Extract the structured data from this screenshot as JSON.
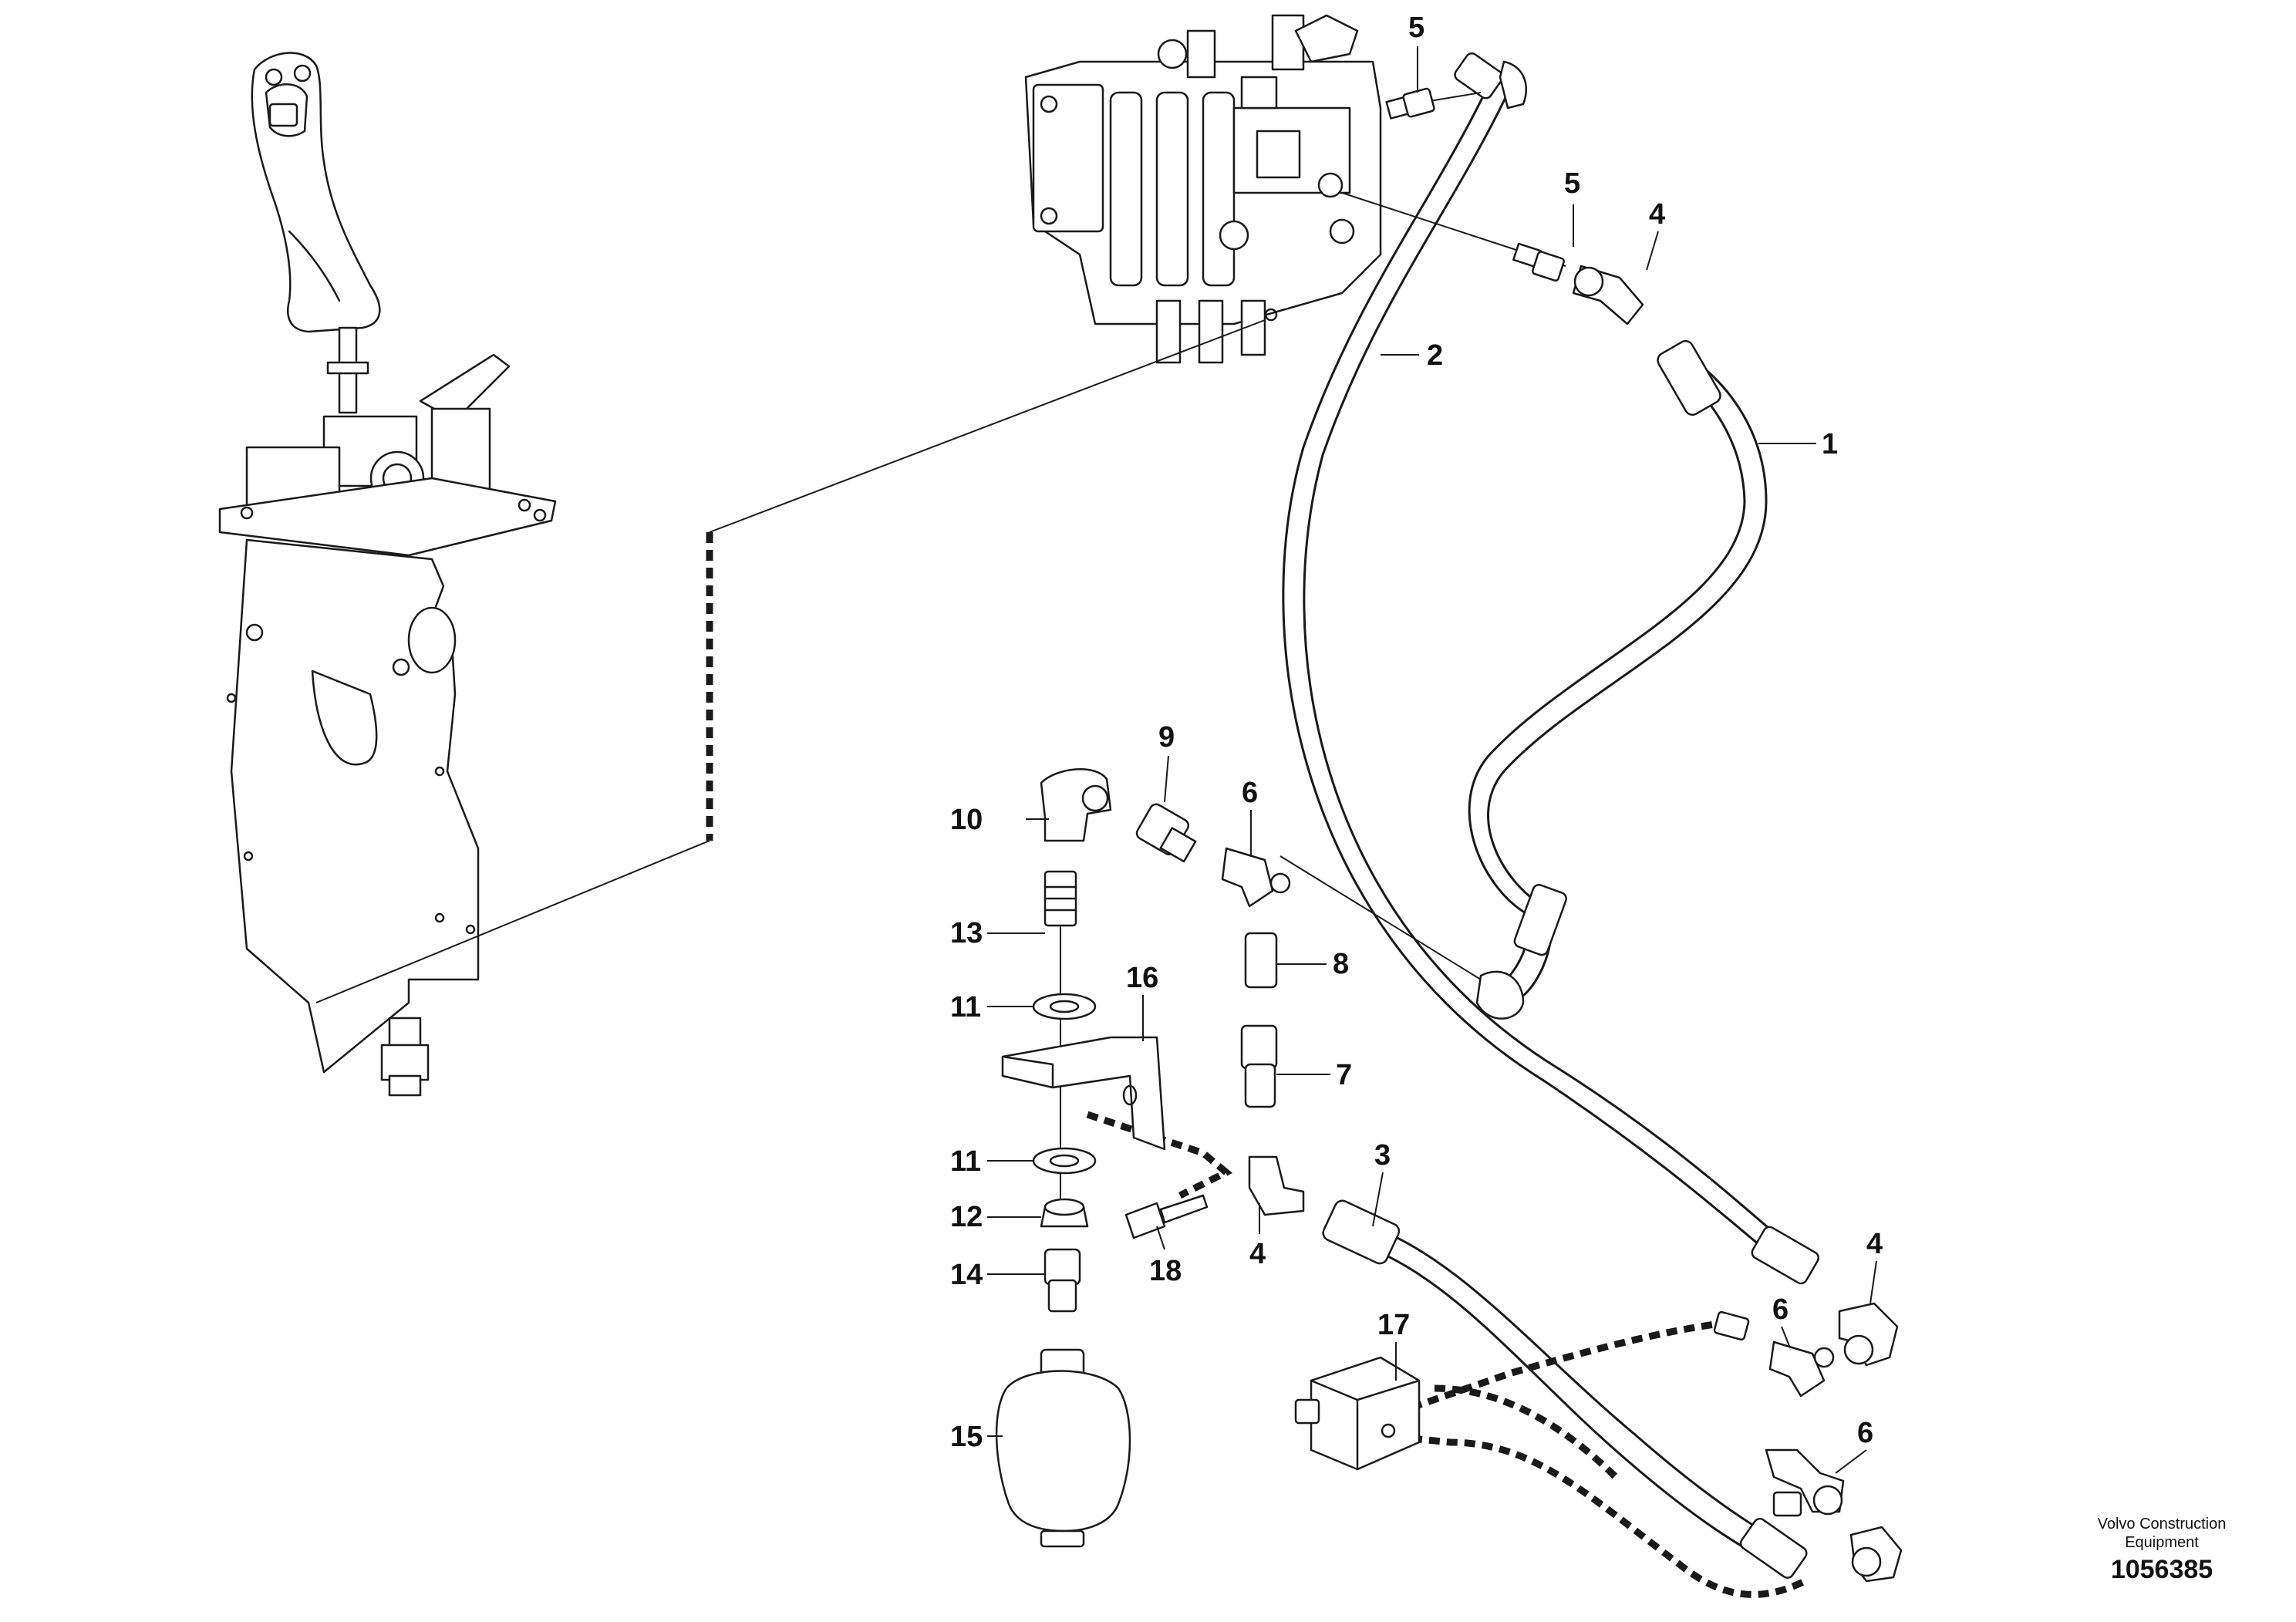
{
  "diagram": {
    "callouts": [
      {
        "id": "c1",
        "text": "1"
      },
      {
        "id": "c2",
        "text": "2"
      },
      {
        "id": "c3",
        "text": "3"
      },
      {
        "id": "c4a",
        "text": "4"
      },
      {
        "id": "c4b",
        "text": "4"
      },
      {
        "id": "c4c",
        "text": "4"
      },
      {
        "id": "c5a",
        "text": "5"
      },
      {
        "id": "c5b",
        "text": "5"
      },
      {
        "id": "c6a",
        "text": "6"
      },
      {
        "id": "c6b",
        "text": "6"
      },
      {
        "id": "c6c",
        "text": "6"
      },
      {
        "id": "c7",
        "text": "7"
      },
      {
        "id": "c8",
        "text": "8"
      },
      {
        "id": "c9",
        "text": "9"
      },
      {
        "id": "c10",
        "text": "10"
      },
      {
        "id": "c11a",
        "text": "11"
      },
      {
        "id": "c11b",
        "text": "11"
      },
      {
        "id": "c12",
        "text": "12"
      },
      {
        "id": "c13",
        "text": "13"
      },
      {
        "id": "c14",
        "text": "14"
      },
      {
        "id": "c15",
        "text": "15"
      },
      {
        "id": "c16",
        "text": "16"
      },
      {
        "id": "c17",
        "text": "17"
      },
      {
        "id": "c18",
        "text": "18"
      }
    ],
    "brand_line1": "Volvo Construction",
    "brand_line2": "Equipment",
    "document_number": "1056385"
  }
}
